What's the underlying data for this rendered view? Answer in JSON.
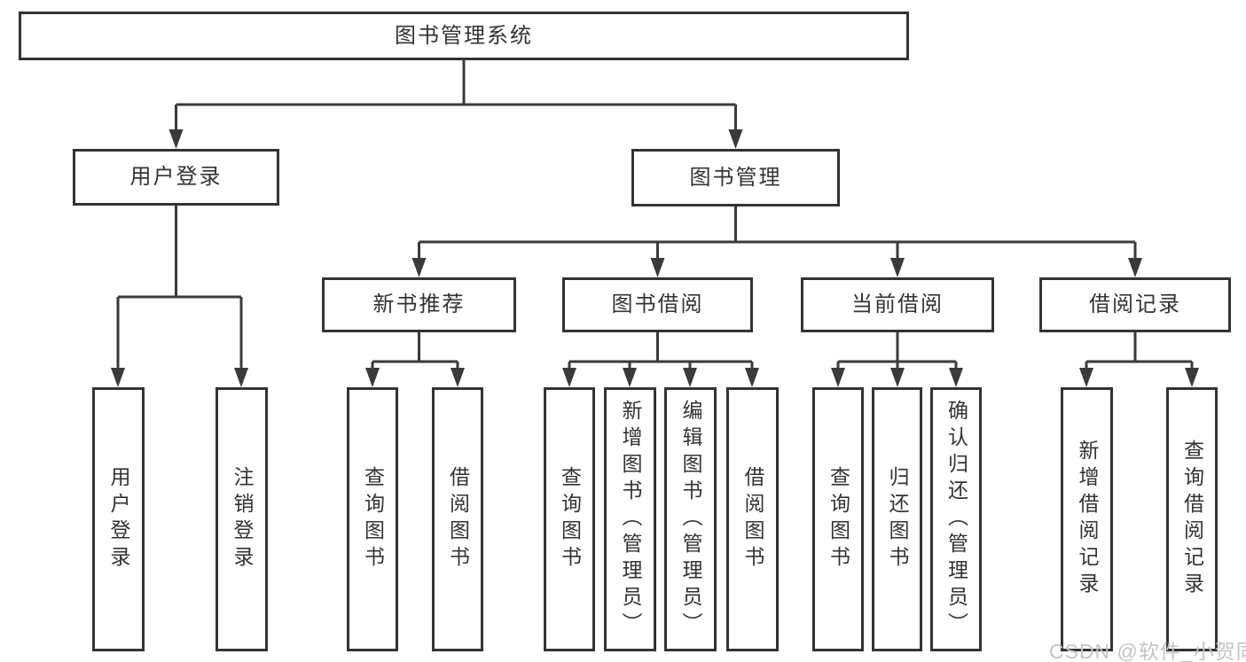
{
  "tree": {
    "label": "图书管理系统",
    "children": [
      {
        "label": "用户登录",
        "children": [
          {
            "label": "用户登录"
          },
          {
            "label": "注销登录"
          }
        ]
      },
      {
        "label": "图书管理",
        "children": [
          {
            "label": "新书推荐",
            "children": [
              {
                "label": "查询图书"
              },
              {
                "label": "借阅图书"
              }
            ]
          },
          {
            "label": "图书借阅",
            "children": [
              {
                "label": "查询图书"
              },
              {
                "label": "新增图书（管理员）"
              },
              {
                "label": "编辑图书（管理员）"
              },
              {
                "label": "借阅图书"
              }
            ]
          },
          {
            "label": "当前借阅",
            "children": [
              {
                "label": "查询图书"
              },
              {
                "label": "归还图书"
              },
              {
                "label": "确认归还（管理员）"
              }
            ]
          },
          {
            "label": "借阅记录",
            "children": [
              {
                "label": "新增借阅记录"
              },
              {
                "label": "查询借阅记录"
              }
            ]
          }
        ]
      }
    ]
  },
  "watermark": "CSDN @软件_小贺同学",
  "colors": {
    "line": "#3a3a3a",
    "box_border": "#333333",
    "text": "#333333",
    "watermark": "#c4c4c4",
    "background": "#ffffff"
  }
}
